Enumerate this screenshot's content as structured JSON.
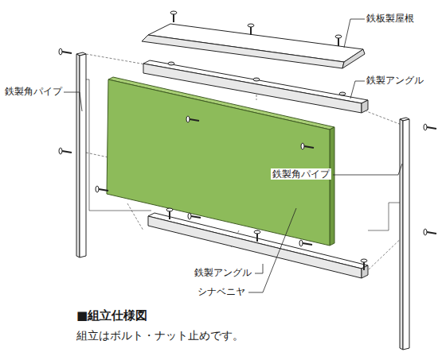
{
  "diagram": {
    "title": "■組立仕様図",
    "caption": "組立はボルト・ナット止めです。",
    "labels": [
      "鉄板製屋根",
      "鉄製アングル",
      "鉄製角パイプ",
      "鉄製角パイプ",
      "鉄製アングル",
      "シナベニヤ"
    ]
  }
}
